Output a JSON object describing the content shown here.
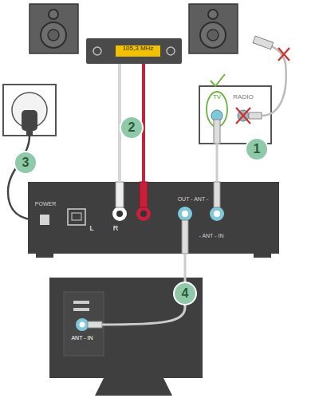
{
  "diagram": {
    "nodes": [
      {
        "text": [
          "105,3 MHz"
        ]
      },
      {
        "text": [
          "TV",
          "RADIO"
        ]
      },
      {
        "text": [
          "POWER",
          "L",
          "R",
          "OUT - ANT -",
          "- ANT - IN"
        ]
      },
      {
        "text": [
          "ANT - IN"
        ]
      }
    ],
    "edges": [
      {
        "from": 1,
        "to": 2,
        "arrow": "none"
      },
      {
        "from": 0,
        "to": 2,
        "arrow": "none"
      },
      {
        "from": 0,
        "to": 2,
        "arrow": "none"
      },
      {
        "from": 2,
        "to": 3,
        "arrow": "none"
      }
    ],
    "labels": [
      "1",
      "2",
      "3",
      "4"
    ]
  }
}
